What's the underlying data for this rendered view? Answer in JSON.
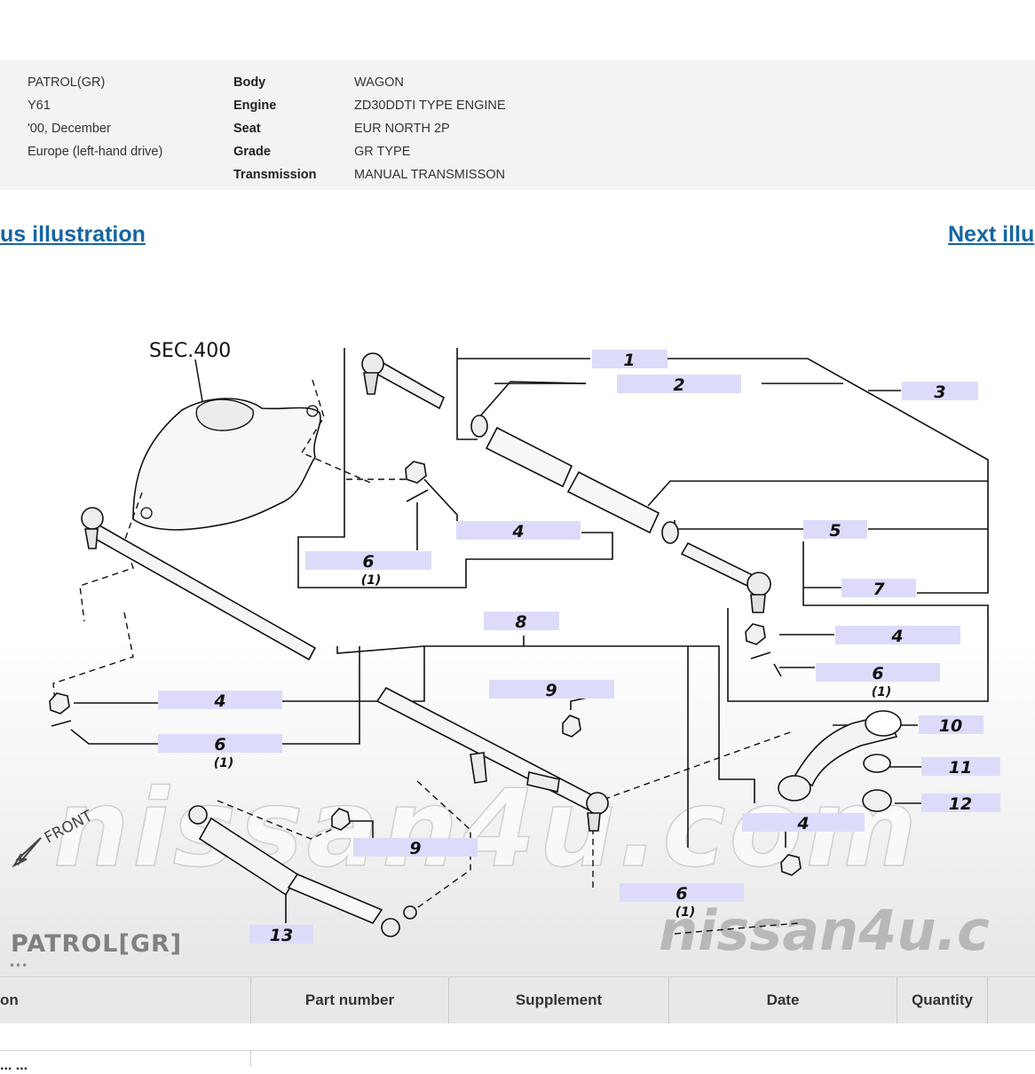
{
  "vehicle": {
    "model": "PATROL(GR)",
    "series": "Y61",
    "production_date": "'00, December",
    "region": "Europe (left-hand drive)"
  },
  "specs": [
    {
      "label": "Body",
      "value": "WAGON"
    },
    {
      "label": "Engine",
      "value": "ZD30DDTI TYPE ENGINE"
    },
    {
      "label": "Seat",
      "value": "EUR NORTH 2P"
    },
    {
      "label": "Grade",
      "value": "GR TYPE"
    },
    {
      "label": "Transmission",
      "value": "MANUAL TRANSMISSON"
    }
  ],
  "nav": {
    "prev_label": "us illustration",
    "next_label": "Next illu"
  },
  "diagram": {
    "section_ref": "SEC.400",
    "front_label": "FRONT",
    "model_stamp": "PATROL[GR]",
    "watermark": "nissan4u.com",
    "watermark_bottom": "nissan4u.c",
    "callouts": [
      {
        "num": "1"
      },
      {
        "num": "2"
      },
      {
        "num": "3"
      },
      {
        "num": "4"
      },
      {
        "num": "5"
      },
      {
        "num": "6",
        "qty": "(1)"
      },
      {
        "num": "7"
      },
      {
        "num": "4"
      },
      {
        "num": "6",
        "qty": "(1)"
      },
      {
        "num": "8"
      },
      {
        "num": "9"
      },
      {
        "num": "4"
      },
      {
        "num": "6",
        "qty": "(1)"
      },
      {
        "num": "10"
      },
      {
        "num": "11"
      },
      {
        "num": "12"
      },
      {
        "num": "4"
      },
      {
        "num": "9"
      },
      {
        "num": "6",
        "qty": "(1)"
      },
      {
        "num": "13"
      }
    ],
    "highlight_color": "#dcdcfa"
  },
  "table": {
    "columns": [
      "on",
      "Part number",
      "Supplement",
      "Date",
      "Quantity"
    ],
    "first_row_text": "... ..."
  }
}
